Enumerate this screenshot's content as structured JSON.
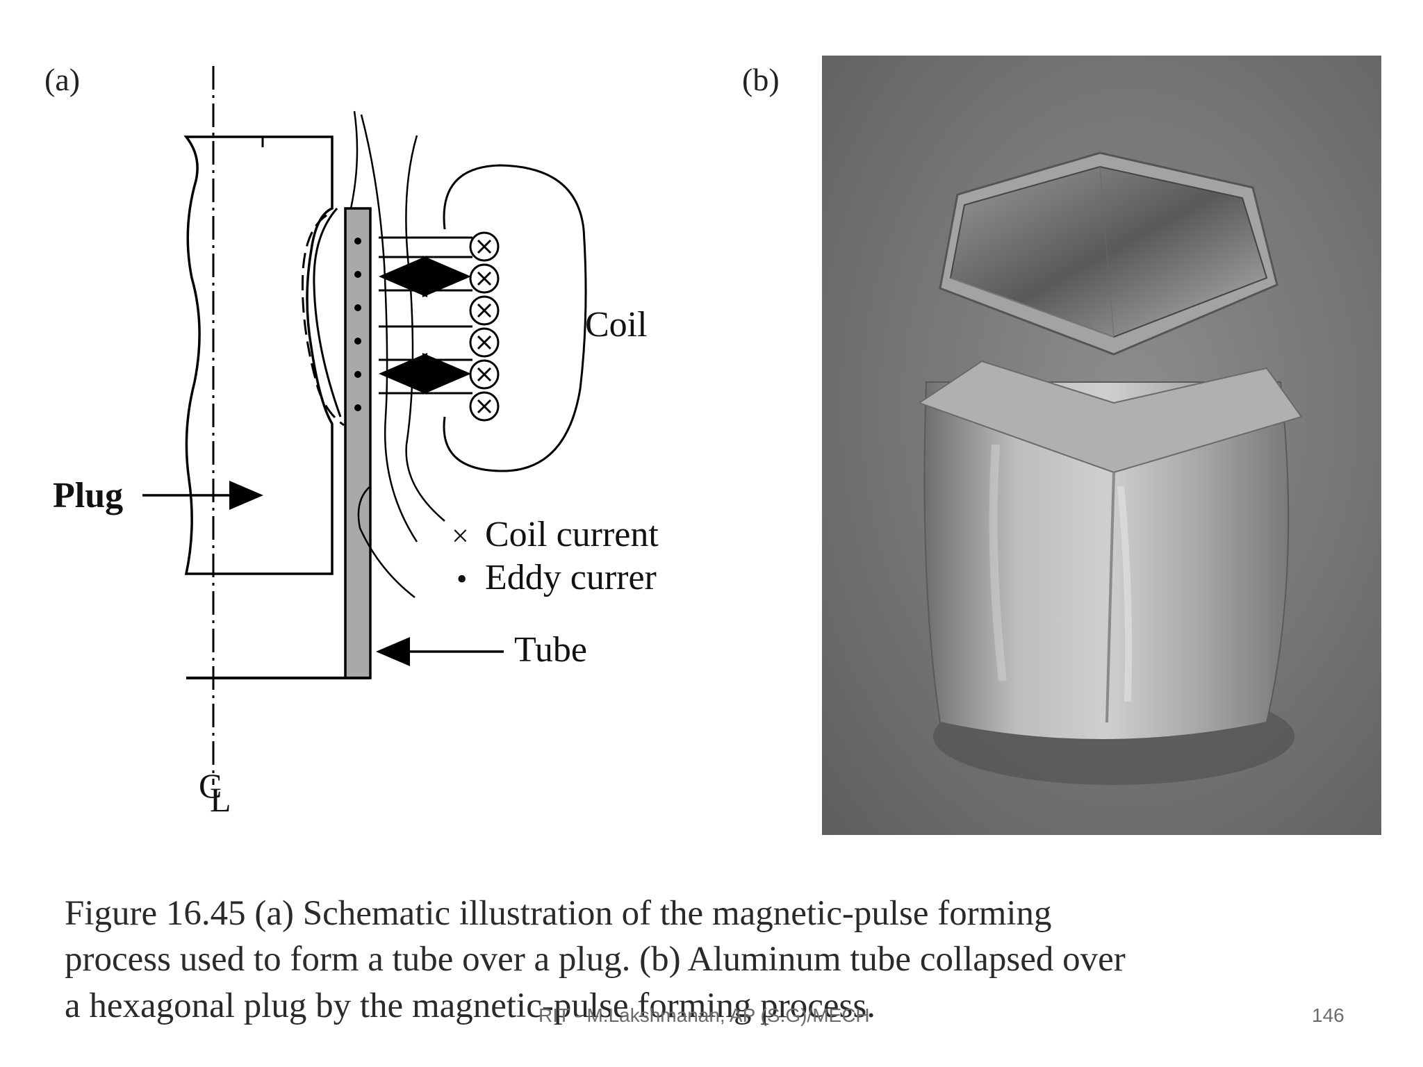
{
  "panels": {
    "a_label": "(a)",
    "b_label": "(b)"
  },
  "diagram": {
    "coil_label": "Coil",
    "plug_label": "Plug",
    "tube_label": "Tube",
    "legend": {
      "coil_current_symbol": "×",
      "coil_current_label": "Coil current",
      "eddy_current_symbol": "•",
      "eddy_current_label": "Eddy currer"
    },
    "centerline_label_c": "C",
    "centerline_label_l": "L"
  },
  "caption": {
    "line1": "Figure 16.45  (a) Schematic illustration of the magnetic-pulse forming",
    "line2": "process used to form a tube over a plug.  (b) Aluminum tube collapsed over",
    "line3": "a hexagonal plug by the magnetic-pulse forming process."
  },
  "footer": {
    "author": "RIT - M.Lakshmanan, AP (S.G)/MECH",
    "page_number": "146"
  }
}
